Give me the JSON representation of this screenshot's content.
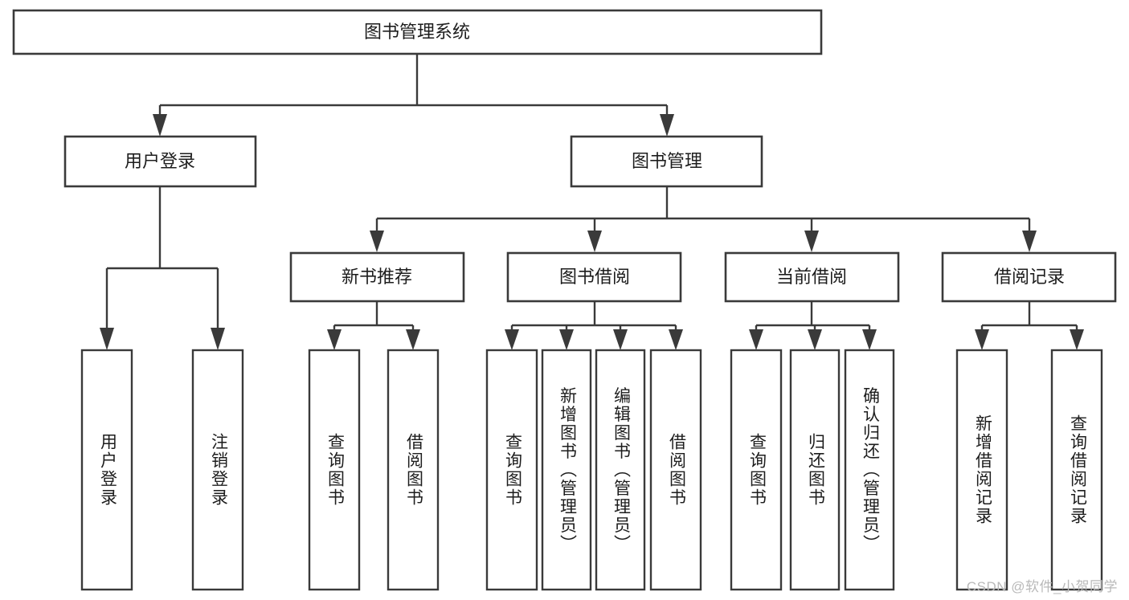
{
  "diagram": {
    "title": "图书管理系统",
    "type": "tree-hierarchy-diagram",
    "colors": {
      "box_stroke": "#3a3a3a",
      "box_fill": "#ffffff",
      "text": "#1d1d1d",
      "connector": "#3a3a3a",
      "watermark": "#b9b9b9"
    },
    "nodes": {
      "root": {
        "label": "图书管理系统",
        "level": 1,
        "orientation": "horizontal"
      },
      "l2_user_login": {
        "label": "用户登录",
        "level": 2,
        "orientation": "horizontal"
      },
      "l2_book_manage": {
        "label": "图书管理",
        "level": 2,
        "orientation": "horizontal"
      },
      "l3_new_book_rec": {
        "label": "新书推荐",
        "level": 3,
        "orientation": "horizontal"
      },
      "l3_book_borrow": {
        "label": "图书借阅",
        "level": 3,
        "orientation": "horizontal"
      },
      "l3_current_borrow": {
        "label": "当前借阅",
        "level": 3,
        "orientation": "horizontal"
      },
      "l3_borrow_record": {
        "label": "借阅记录",
        "level": 3,
        "orientation": "horizontal"
      },
      "leaf_user_login": {
        "label": "用户登录",
        "level": 4,
        "orientation": "vertical"
      },
      "leaf_logout": {
        "label": "注销登录",
        "level": 4,
        "orientation": "vertical"
      },
      "leaf_query_book_a": {
        "label": "查询图书",
        "level": 4,
        "orientation": "vertical"
      },
      "leaf_borrow_book_a": {
        "label": "借阅图书",
        "level": 4,
        "orientation": "vertical"
      },
      "leaf_query_book_b": {
        "label": "查询图书",
        "level": 4,
        "orientation": "vertical"
      },
      "leaf_add_book": {
        "label": "新增图书（管理员）",
        "level": 4,
        "orientation": "vertical"
      },
      "leaf_edit_book": {
        "label": "编辑图书（管理员）",
        "level": 4,
        "orientation": "vertical"
      },
      "leaf_borrow_book_b": {
        "label": "借阅图书",
        "level": 4,
        "orientation": "vertical"
      },
      "leaf_query_book_c": {
        "label": "查询图书",
        "level": 4,
        "orientation": "vertical"
      },
      "leaf_return_book": {
        "label": "归还图书",
        "level": 4,
        "orientation": "vertical"
      },
      "leaf_confirm_return": {
        "label": "确认归还（管理员）",
        "level": 4,
        "orientation": "vertical"
      },
      "leaf_add_record": {
        "label": "新增借阅记录",
        "level": 4,
        "orientation": "vertical"
      },
      "leaf_query_record": {
        "label": "查询借阅记录",
        "level": 4,
        "orientation": "vertical"
      }
    },
    "edges": [
      {
        "from": "root",
        "to": "l2_user_login"
      },
      {
        "from": "root",
        "to": "l2_book_manage"
      },
      {
        "from": "l2_user_login",
        "to": "leaf_user_login"
      },
      {
        "from": "l2_user_login",
        "to": "leaf_logout"
      },
      {
        "from": "l2_book_manage",
        "to": "l3_new_book_rec"
      },
      {
        "from": "l2_book_manage",
        "to": "l3_book_borrow"
      },
      {
        "from": "l2_book_manage",
        "to": "l3_current_borrow"
      },
      {
        "from": "l2_book_manage",
        "to": "l3_borrow_record"
      },
      {
        "from": "l3_new_book_rec",
        "to": "leaf_query_book_a"
      },
      {
        "from": "l3_new_book_rec",
        "to": "leaf_borrow_book_a"
      },
      {
        "from": "l3_book_borrow",
        "to": "leaf_query_book_b"
      },
      {
        "from": "l3_book_borrow",
        "to": "leaf_add_book"
      },
      {
        "from": "l3_book_borrow",
        "to": "leaf_edit_book"
      },
      {
        "from": "l3_book_borrow",
        "to": "leaf_borrow_book_b"
      },
      {
        "from": "l3_current_borrow",
        "to": "leaf_query_book_c"
      },
      {
        "from": "l3_current_borrow",
        "to": "leaf_return_book"
      },
      {
        "from": "l3_current_borrow",
        "to": "leaf_confirm_return"
      },
      {
        "from": "l3_borrow_record",
        "to": "leaf_add_record"
      },
      {
        "from": "l3_borrow_record",
        "to": "leaf_query_record"
      }
    ]
  },
  "watermark": {
    "text": "CSDN @软件_小贺同学"
  }
}
